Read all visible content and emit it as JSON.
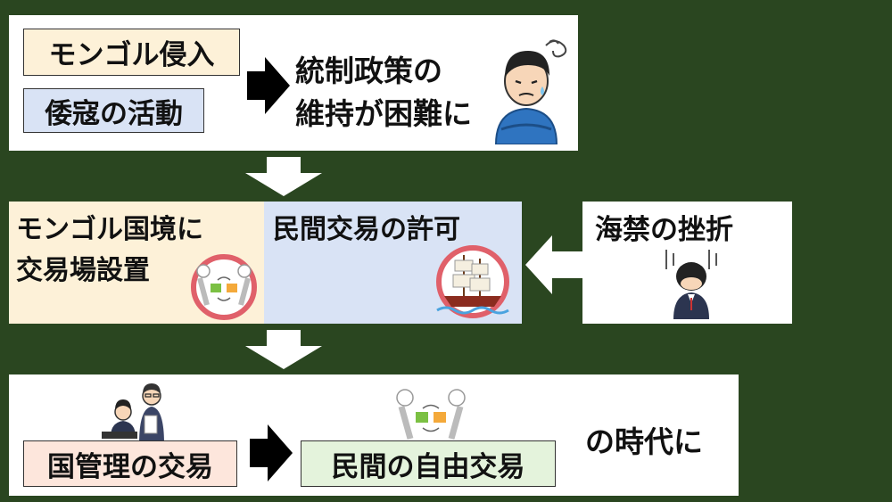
{
  "top": {
    "causes": [
      "モンゴル侵入",
      "倭寇の活動"
    ],
    "result_lines": [
      "統制政策の",
      "維持が困難に"
    ]
  },
  "middle": {
    "left_lines": [
      "モンゴル国境に",
      "交易場設置"
    ],
    "center": "民間交易の許可",
    "right": "海禁の挫折"
  },
  "bottom": {
    "from": "国管理の交易",
    "to": "民間の自由交易",
    "suffix": "の時代に"
  },
  "colors": {
    "background": "#2a4620",
    "cause1": "#fdf1d8",
    "cause2": "#d9e3f5",
    "mid_left": "#fdf1d8",
    "mid_center": "#d9e3f5",
    "bottom_from": "#fde6dc",
    "bottom_to": "#e4f3dc"
  },
  "icons": [
    "worried-man-icon",
    "trade-handshake-icon",
    "sailing-ship-icon",
    "depressed-man-icon",
    "office-workers-icon"
  ]
}
